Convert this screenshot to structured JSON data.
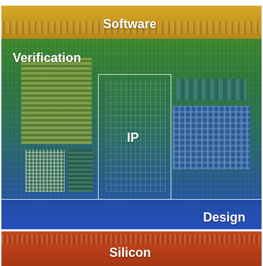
{
  "layers": {
    "software": "Software",
    "verification": "Verification",
    "ip": "IP",
    "design": "Design",
    "silicon": "Silicon"
  },
  "colors": {
    "software_band": "#c99a1e",
    "silicon_band": "#b8401a",
    "verification_area": "#2f7a3f",
    "design_area": "#2350b0",
    "label_text": "#ffffff"
  }
}
